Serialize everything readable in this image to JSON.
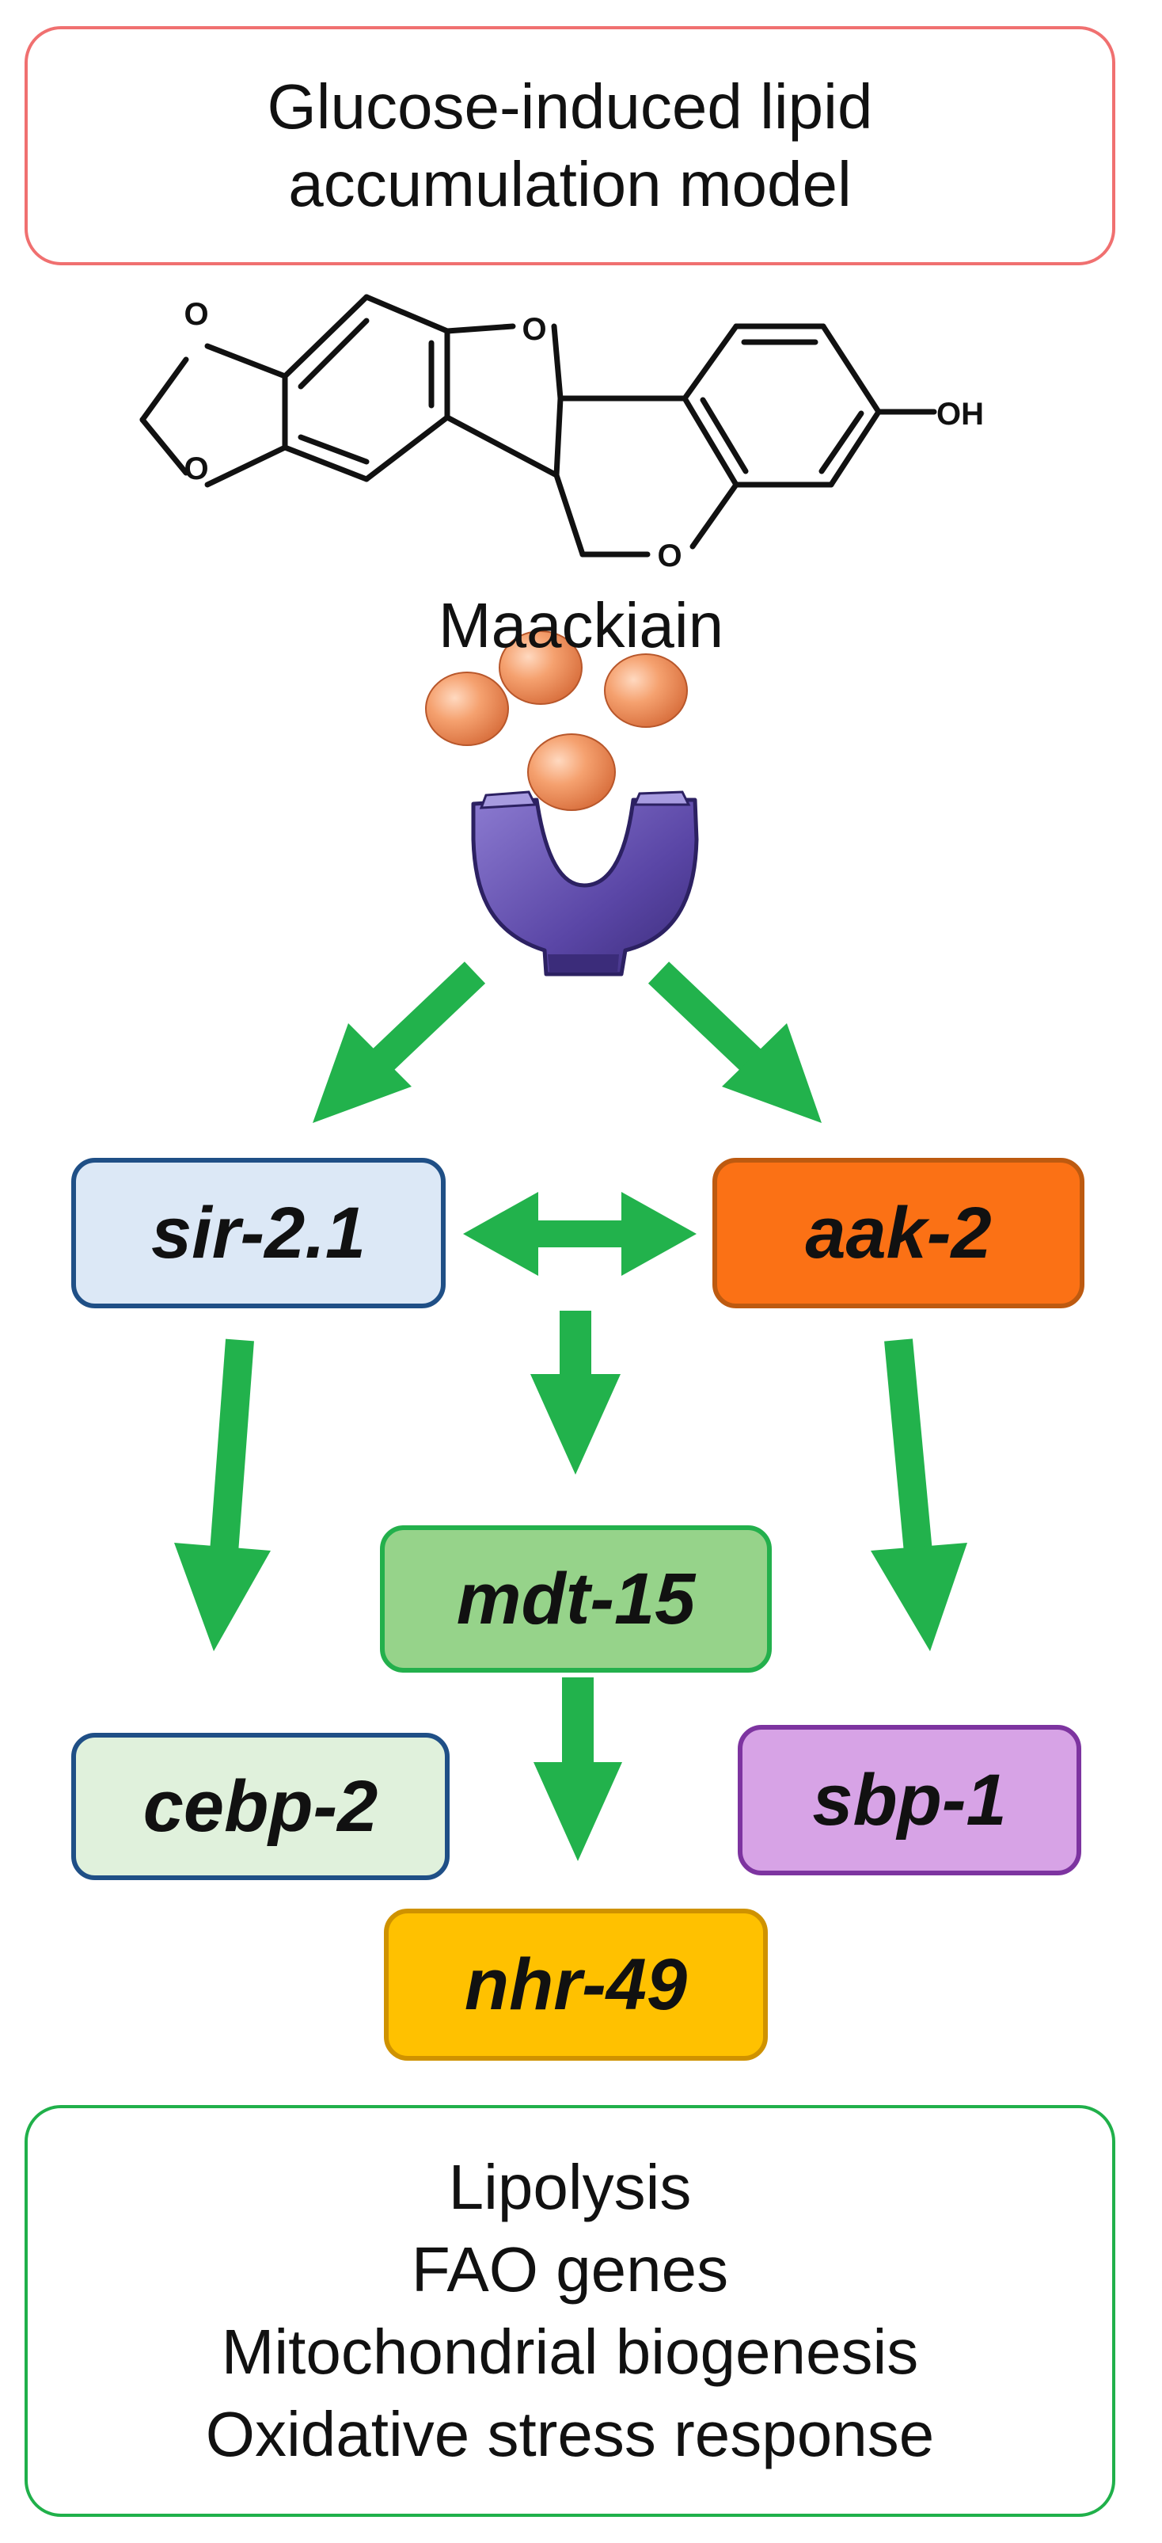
{
  "header": {
    "title_line1": "Glucose-induced lipid",
    "title_line2": "accumulation model"
  },
  "compound": {
    "name": "Maackiain",
    "atom_oxygen": "O",
    "atom_hydroxyl": "OH"
  },
  "genes": {
    "sir": "sir-2.1",
    "aak": "aak-2",
    "mdt": "mdt-15",
    "cebp": "cebp-2",
    "sbp": "sbp-1",
    "nhr": "nhr-49"
  },
  "outcomes": [
    "Lipolysis",
    "FAO genes",
    "Mitochondrial biogenesis",
    "Oxidative stress response"
  ],
  "colors": {
    "arrow": "#22b24c",
    "title_border": "#f07070",
    "outcome_border": "#20b04a",
    "receptor": "#5a46a6",
    "ligand": "#f3a070"
  },
  "icons": [
    "receptor-icon",
    "ligand-sphere-icon"
  ]
}
